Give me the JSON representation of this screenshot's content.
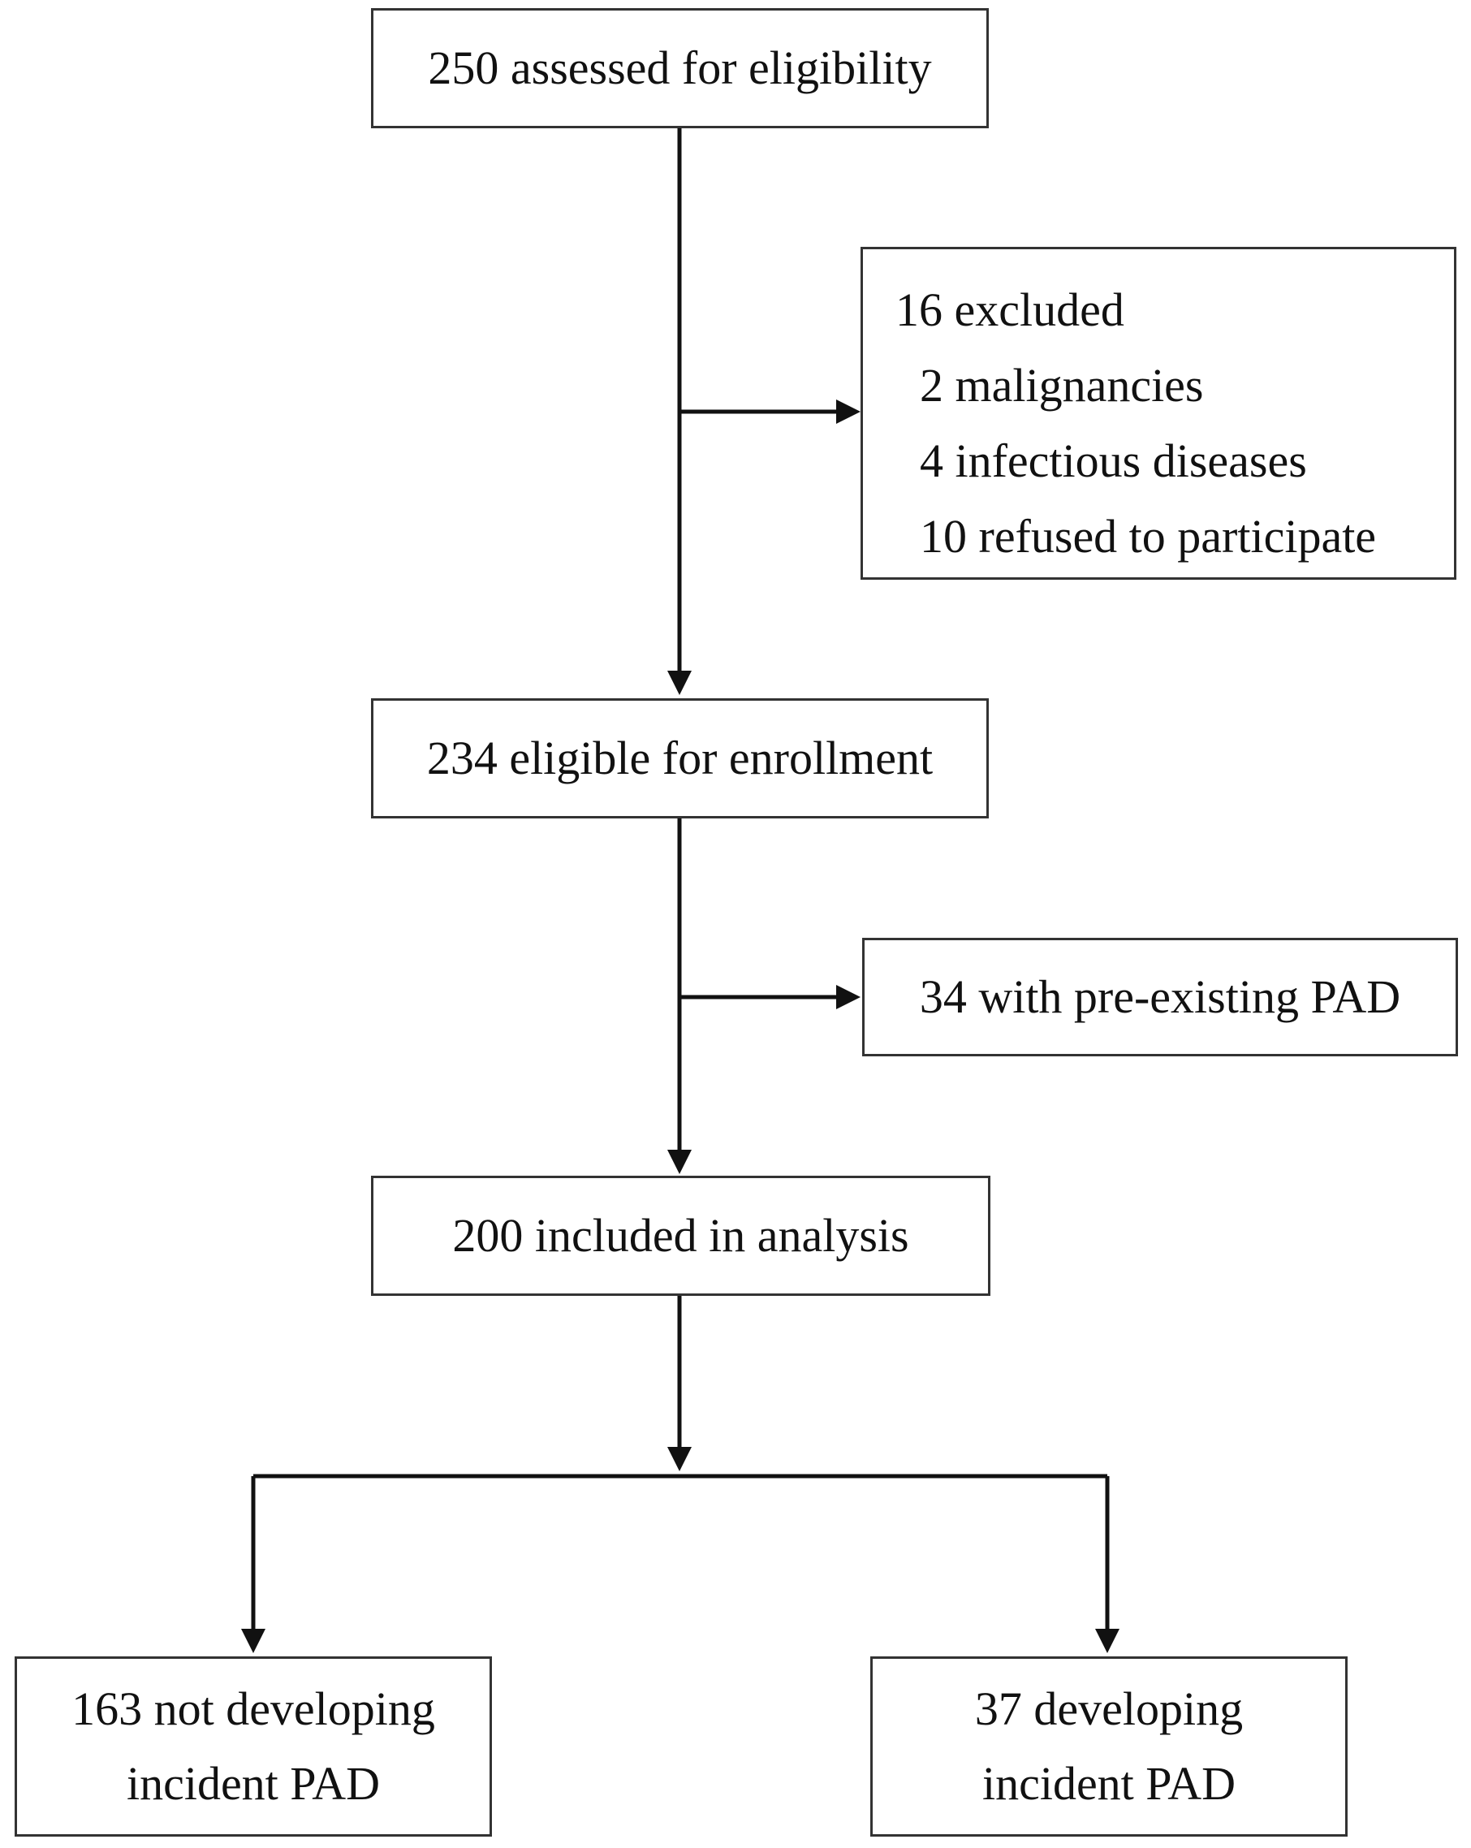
{
  "flowchart": {
    "assessed": "250 assessed for eligibility",
    "excluded": {
      "heading": "16 excluded",
      "reasons": [
        "2 malignancies",
        "4 infectious diseases",
        "10 refused to participate"
      ]
    },
    "eligible": "234 eligible for enrollment",
    "pre_existing": "34 with pre-existing PAD",
    "included": "200 included in analysis",
    "not_developing": {
      "line1": "163 not developing",
      "line2": "incident PAD"
    },
    "developing": {
      "line1": "37 developing",
      "line2": "incident PAD"
    }
  },
  "colors": {
    "line": "#111111",
    "border": "#333333",
    "text": "#111111"
  }
}
